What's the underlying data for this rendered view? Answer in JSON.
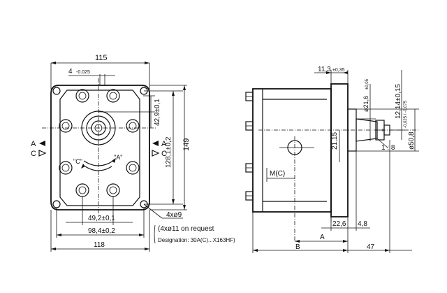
{
  "front_view": {
    "width_top": "115",
    "offset_small": "4",
    "offset_small_tol": "-0.025",
    "height_149": "149",
    "dim_42": "42,9±0,1",
    "dim_128": "128,1±0,2",
    "holes": "4xø9",
    "holes_alt": "(4xø11 on request",
    "designation": "Designation: 30A(C)...X163HF)",
    "dim_49": "49,2±0,1",
    "dim_98": "98,4±0,2",
    "width_bottom": "118",
    "port_a_left": "A",
    "port_c_left": "C",
    "port_a_right": "A",
    "port_c_right": "C",
    "rot_c": "\"C\"",
    "rot_a": "\"A\""
  },
  "side_view": {
    "dim_11_3": "11,3",
    "dim_11_3_tol": "±0,35",
    "dim_21_6": "ø21,6",
    "dim_21_6_tol": "±0,05",
    "dim_12_14": "12,14±0,15",
    "dim_21_15": "21,15",
    "dim_50_8": "ø50,8",
    "dim_50_8_tol": "-0,025 / -0,075",
    "taper": "1 : 8",
    "mc": "M(C)",
    "dim_22_6": "22,6",
    "dim_4_8": "4,8",
    "label_a": "A",
    "label_b": "B",
    "dim_47": "47"
  }
}
